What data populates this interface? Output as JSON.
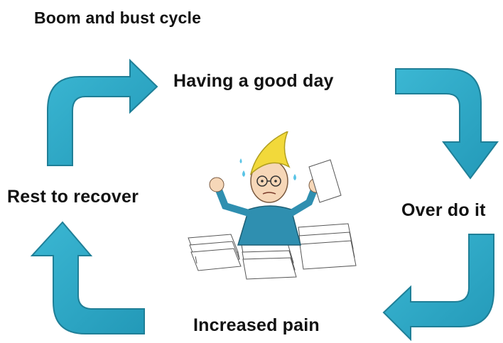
{
  "title": "Boom and bust cycle",
  "stages": {
    "top": "Having a good day",
    "right": "Over do it",
    "bottom": "Increased pain",
    "left": "Rest to recover"
  },
  "colors": {
    "arrow_fill": "#2eaac8",
    "arrow_stroke": "#1f7f97",
    "text": "#111111"
  },
  "icons": {
    "illustration": "stressed-person-with-paper-stacks"
  }
}
